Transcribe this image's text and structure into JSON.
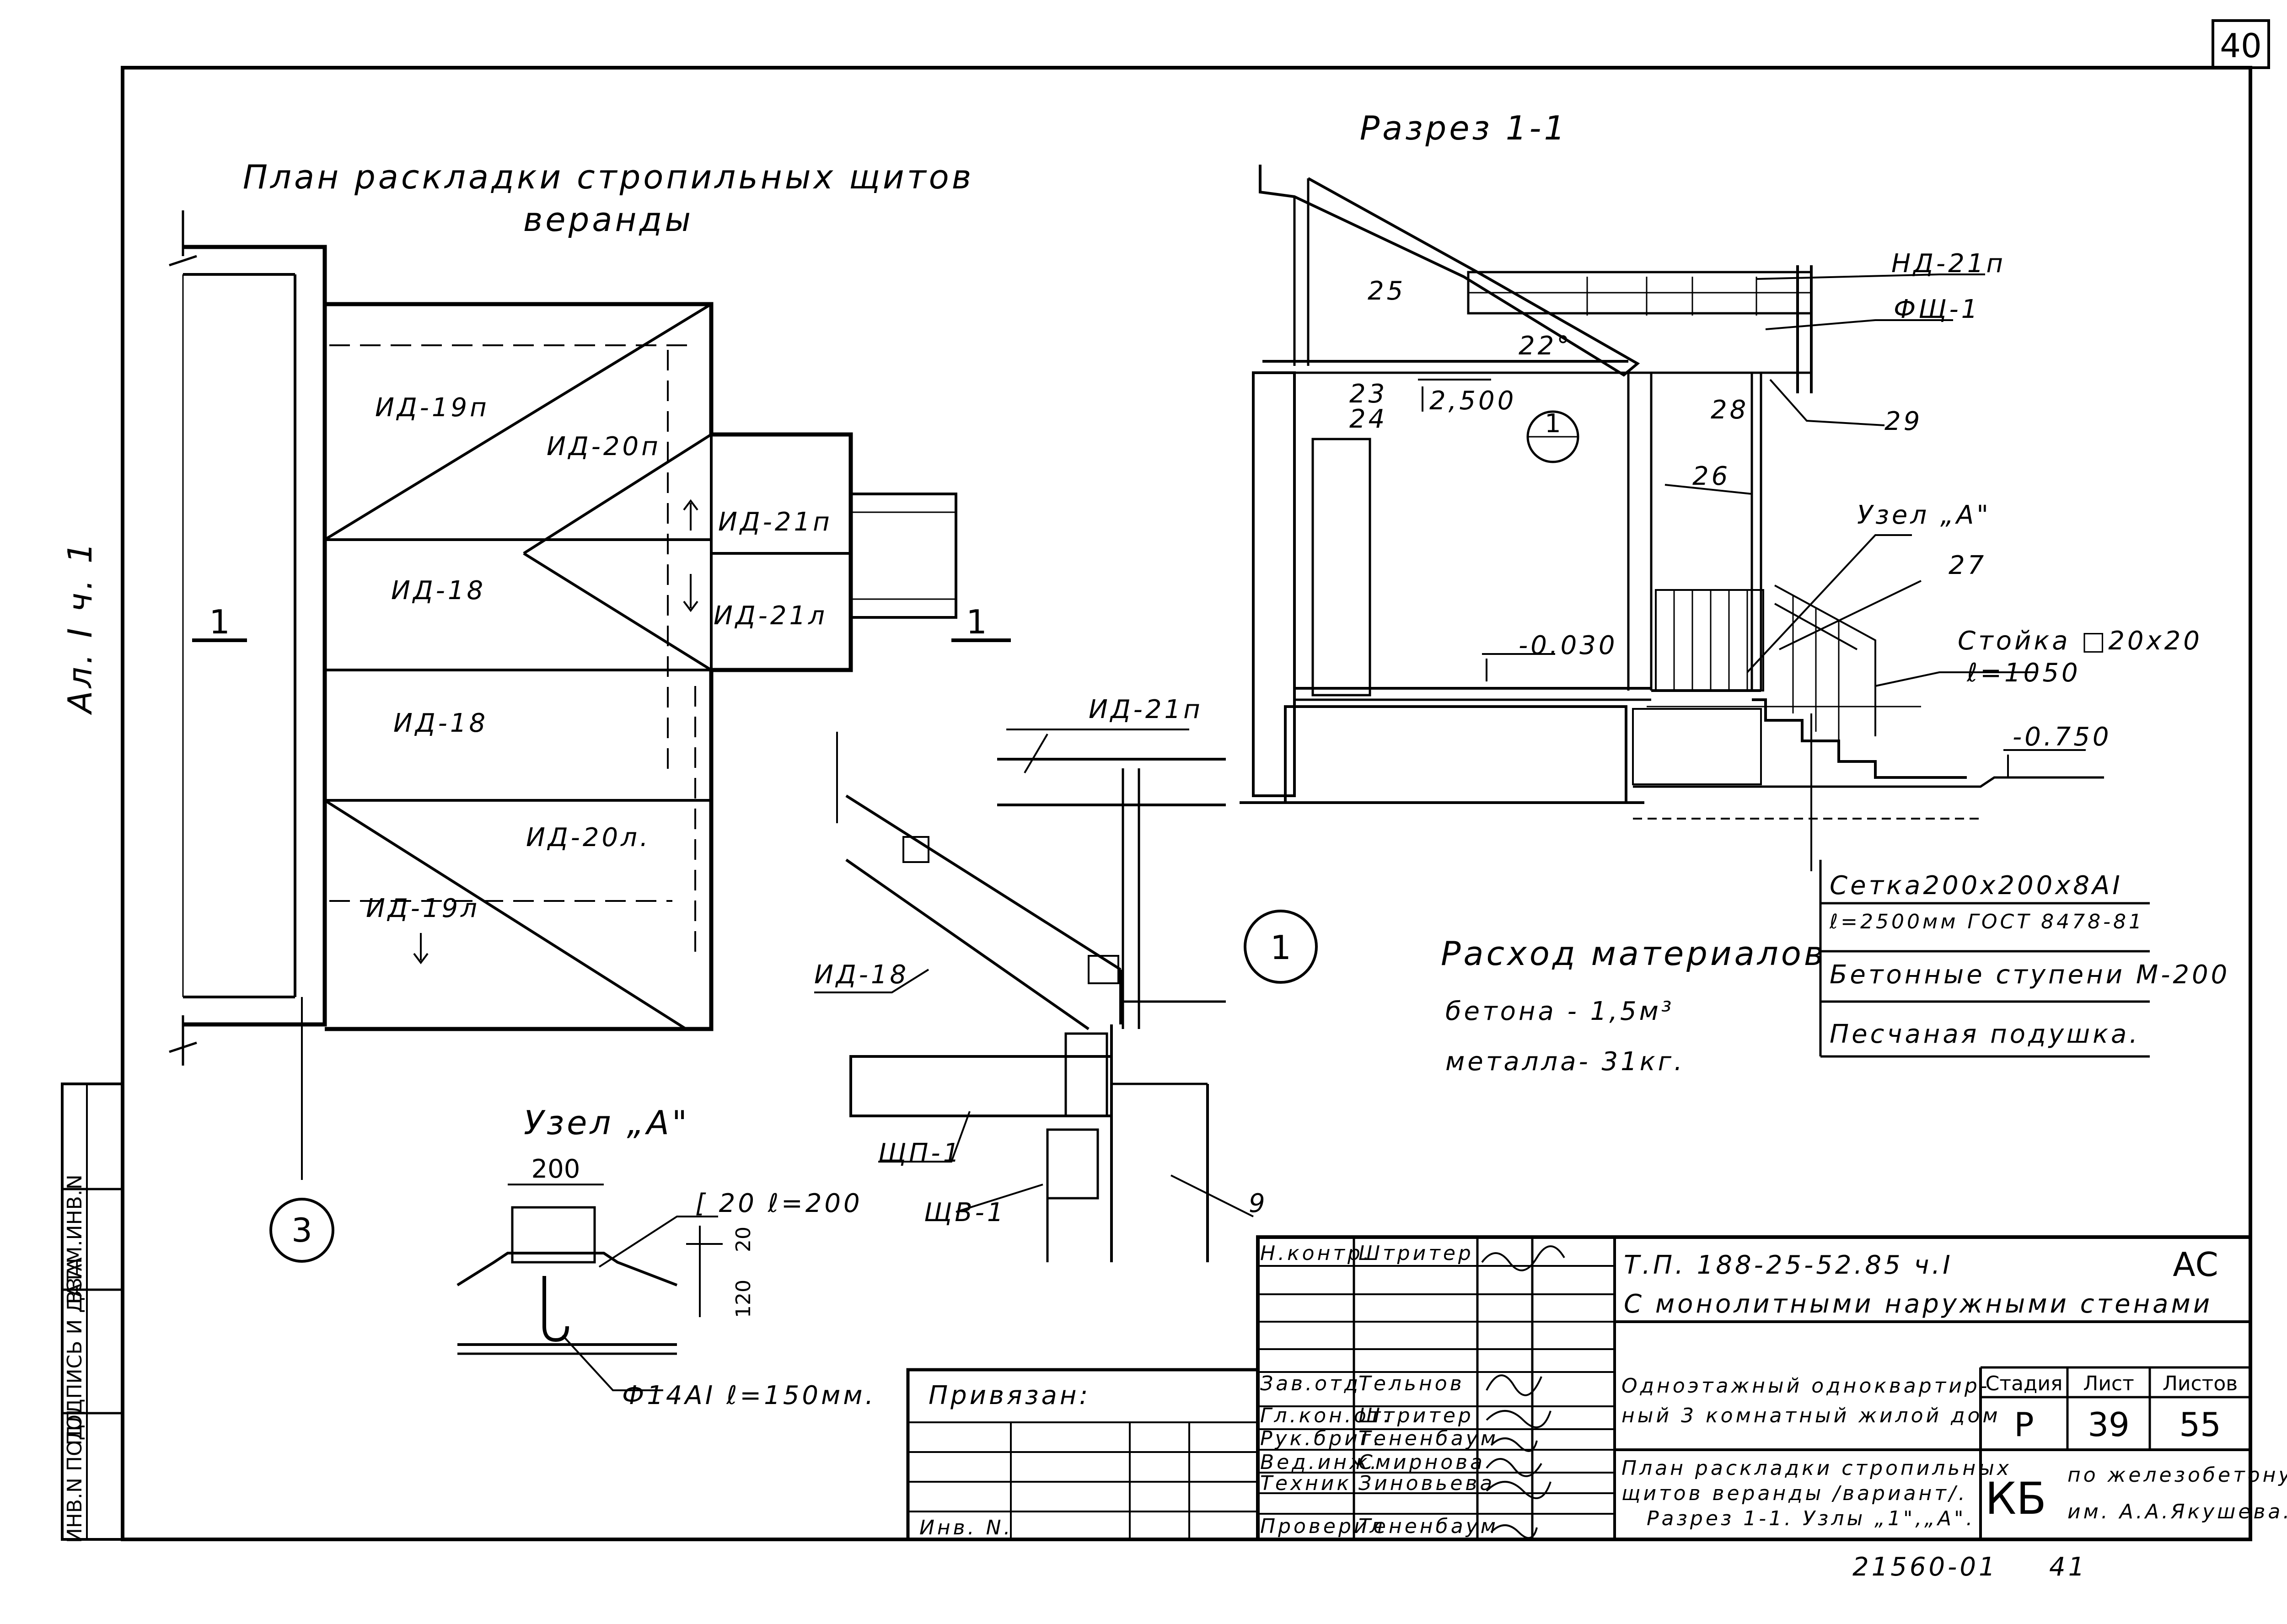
{
  "page_number": "40",
  "left_margin_label": "Ал. I ч. 1",
  "side_stamp": [
    "ИНВ.N ПОДЛ",
    "ПОДПИСЬ И ДАТА",
    "ВЗАМ.ИНВ.N"
  ],
  "plan": {
    "title_line1": "План раскладки стропильных щитов",
    "title_line2": "веранды",
    "section_mark": "1",
    "axis_mark": "3",
    "panels": [
      "ИД-19п",
      "ИД-20п",
      "ИД-21п",
      "ИД-18",
      "ИД-21л",
      "ИД-18",
      "ИД-20л.",
      "ИД-19л"
    ]
  },
  "section": {
    "title": "Разрез 1-1",
    "angle": "22°",
    "level_top": "2,500",
    "level_floor": "-0.030",
    "level_ground": "-0.750",
    "node_label": "Узел „А\"",
    "node_ref": "1",
    "callouts": [
      "НД-21п",
      "ФЩ-1",
      "25",
      "23",
      "24",
      "28",
      "29",
      "26",
      "27"
    ],
    "post": [
      "Стойка □20х20",
      "ℓ=1050"
    ]
  },
  "detail_1": {
    "circle": "1",
    "labels": [
      "ИД-21п",
      "ИД-18",
      "ЩП-1",
      "ЩВ-1",
      "9"
    ]
  },
  "node_a": {
    "title": "Узел „А\"",
    "dim_width": "200",
    "dim_top": "20",
    "dim_depth": "120",
    "callout_top": "[ 20 ℓ=200",
    "callout_bottom": "Ф14АI ℓ=150мм."
  },
  "materials": {
    "title": "Расход материалов",
    "concrete": "бетона - 1,5м³",
    "metal": "металла- 31кг."
  },
  "layers": [
    "Сетка200х200х8АI",
    "ℓ=2500мм ГОСТ 8478-81",
    "Бетонные ступени М-200",
    "Песчаная подушка."
  ],
  "title_block": {
    "project": "Т.П. 188-25-52.85 ч.I",
    "mark": "АС",
    "subtitle": "С монолитными наружными стенами",
    "building": [
      "Одноэтажный одноквартир-",
      "ный 3 комнатный жилой дом"
    ],
    "sheet_title": [
      "План раскладки стропильных",
      "щитов веранды /вариант/.",
      "Разрез 1-1. Узлы „1\",„А\"."
    ],
    "stage_label": "Стадия",
    "sheet_label": "Лист",
    "sheets_label": "Листов",
    "stage": "Р",
    "sheet": "39",
    "sheets": "55",
    "org_logo": "КБ",
    "org": [
      "по железобетону",
      "им. А.А.Якушева."
    ],
    "bound_label": "Привязан:",
    "inv_label": "Инв. N.",
    "roles": [
      "Н.контр.",
      "Зав.отд.",
      "Гл.кон.от.",
      "Рук.бриг.",
      "Вед.инж.",
      "Техник",
      "Проверил"
    ],
    "names": [
      "Штритер",
      "Тельнов",
      "Штритер",
      "Тененбаум",
      "Смирнова",
      "Зиновьева",
      "Тененбаум"
    ]
  },
  "bottom_code": [
    "21560-01",
    "41"
  ]
}
